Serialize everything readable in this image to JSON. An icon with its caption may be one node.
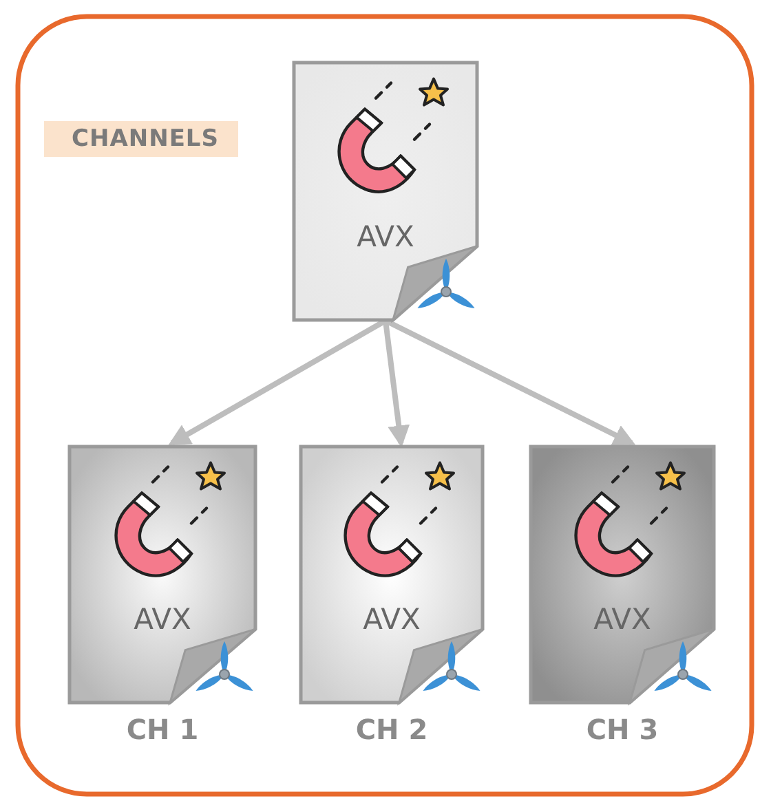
{
  "diagram": {
    "nodes": [
      {
        "text": [
          "AVX"
        ]
      },
      {
        "text": [
          "AVX"
        ],
        "beside": [
          "CH 1"
        ]
      },
      {
        "text": [
          "AVX"
        ],
        "beside": [
          "CH 2"
        ]
      },
      {
        "text": [
          "AVX"
        ],
        "beside": [
          "CH 3"
        ]
      }
    ],
    "edges": [
      {
        "from": 0,
        "to": 1,
        "arrow": "to"
      },
      {
        "from": 0,
        "to": 2,
        "arrow": "to"
      },
      {
        "from": 0,
        "to": 3,
        "arrow": "to"
      }
    ],
    "labels": [
      "CHANNELS"
    ]
  }
}
